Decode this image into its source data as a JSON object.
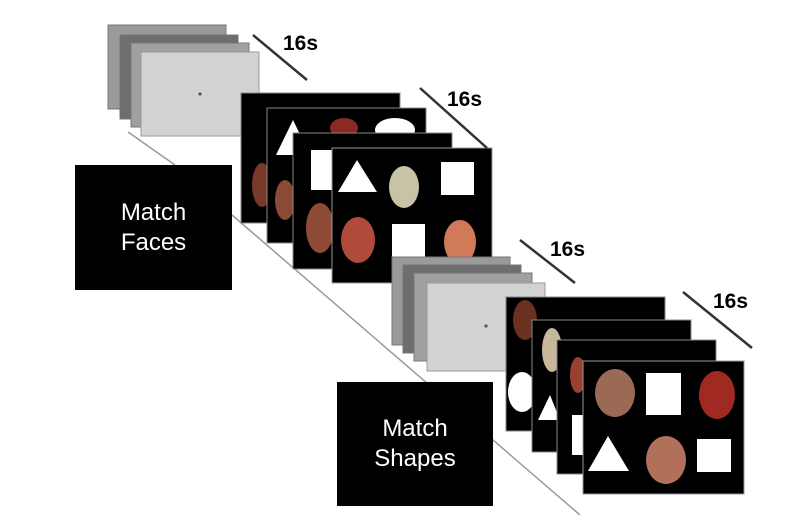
{
  "blocks": [
    {
      "label_line1": "Match",
      "label_line2": "Faces",
      "duration": "16s",
      "fixation_duration": "16s"
    },
    {
      "label_line1": "Match",
      "label_line2": "Shapes",
      "duration": "16s",
      "fixation_duration": "16s"
    }
  ],
  "colors": {
    "card": "#000000",
    "fixation": "#d2d2d2",
    "text": "#ffffff"
  }
}
